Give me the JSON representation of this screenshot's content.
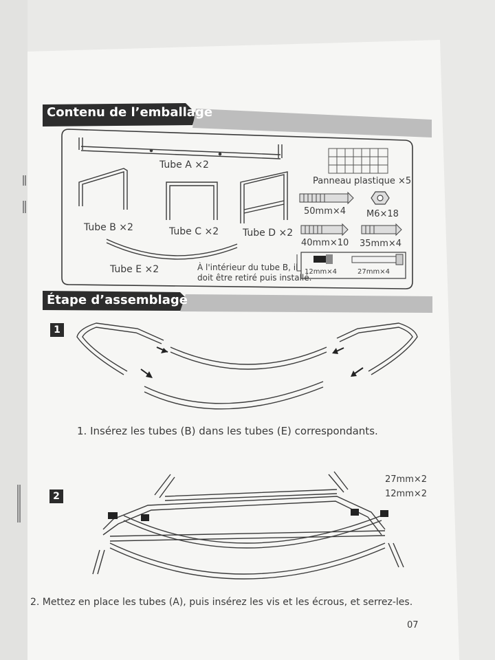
{
  "sections": {
    "contents_title": "Contenu de l’emballage",
    "assembly_title": "Étape d’assemblage"
  },
  "parts": {
    "tube_a": "Tube A ×2",
    "tube_b": "Tube B ×2",
    "tube_c": "Tube C ×2",
    "tube_d": "Tube D ×2",
    "tube_e": "Tube E ×2",
    "panel": "Panneau plastique ×5",
    "bolt_50": "50mm×4",
    "nut": "M6×18",
    "bolt_40": "40mm×10",
    "bolt_35": "35mm×4",
    "note_line1": "À l'intérieur du tube B, il",
    "note_line2": "doit être retiré puis installé.",
    "small_screw": "12mm×4",
    "long_bolt": "27mm×4"
  },
  "steps": [
    {
      "number": "1",
      "text": "1. Insérez les tubes (B) dans les tubes (E) correspondants."
    },
    {
      "number": "2",
      "text": "2. Mettez en place les tubes (A), puis insérez les vis et les écrous, et serrez-les.",
      "hw1": "27mm×2",
      "hw2": "12mm×2"
    }
  ],
  "page_number": "07",
  "colors": {
    "header_dark": "#2d2d2d",
    "header_light": "#bdbdbd",
    "line": "#3a3a3a"
  }
}
